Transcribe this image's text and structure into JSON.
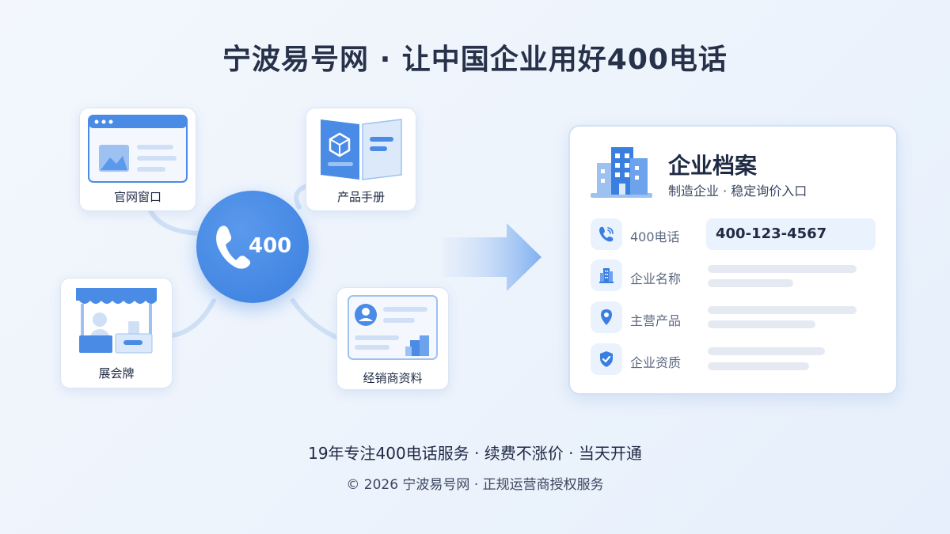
{
  "header": {
    "title": "宁波易号网 · 让中国企业用好400电话"
  },
  "channels": [
    {
      "label": "官网窗口",
      "icon": "browser-window-icon"
    },
    {
      "label": "产品手册",
      "icon": "product-brochure-icon"
    },
    {
      "label": "展会牌",
      "icon": "exhibition-booth-icon"
    },
    {
      "label": "经销商资料",
      "icon": "dealer-card-icon"
    }
  ],
  "hub": {
    "number": "400",
    "icon": "phone-handset-icon"
  },
  "profile": {
    "title": "企业档案",
    "subtitle": "制造企业 · 稳定询价入口",
    "icon": "office-building-icon",
    "rows": [
      {
        "label": "400电话",
        "value": "400-123-4567",
        "icon": "phone-icon"
      },
      {
        "label": "企业名称",
        "icon": "building-icon"
      },
      {
        "label": "主营产品",
        "icon": "location-pin-icon"
      },
      {
        "label": "企业资质",
        "icon": "shield-check-icon"
      }
    ]
  },
  "footer": {
    "tagline": "19年专注400电话服务 · 续费不涨价 · 当天开通",
    "copyright": "© 2026 宁波易号网 · 正规运营商授权服务"
  },
  "colors": {
    "accent": "#3a7fdf",
    "accent_light": "#eaf2fd",
    "text_dark": "#1f2a44",
    "text_muted": "#5d6a82",
    "placeholder_bar": "#e5eaf2"
  }
}
